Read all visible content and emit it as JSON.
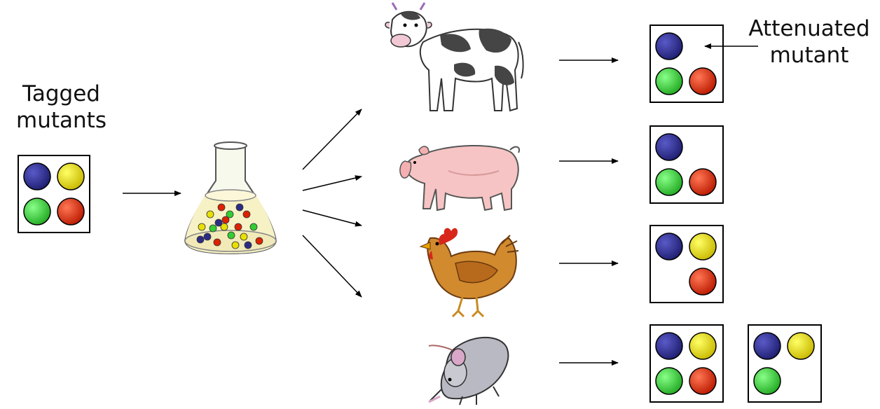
{
  "labels": {
    "tagged_mutants": [
      "Tagged",
      "mutants"
    ],
    "attenuated_mutant": [
      "Attenuated",
      "mutant"
    ]
  },
  "colors": {
    "blue": "#2c2c84",
    "yellow": "#e8e000",
    "green": "#33cc33",
    "red": "#dd2200",
    "arrow": "#000000",
    "box_border": "#000000"
  },
  "plates": {
    "input": [
      "blue",
      "yellow",
      "green",
      "red"
    ],
    "cow": [
      "blue",
      null,
      "green",
      "red"
    ],
    "pig": [
      "blue",
      null,
      "green",
      "red"
    ],
    "chicken": [
      "blue",
      "yellow",
      null,
      "red"
    ],
    "mouse_full": [
      "blue",
      "yellow",
      "green",
      "red"
    ],
    "mouse_partial": [
      "blue",
      "yellow",
      "green",
      null
    ]
  },
  "animals": [
    "cow-icon",
    "pig-icon",
    "chicken-icon",
    "mouse-icon"
  ],
  "flask_icon": "flask-icon"
}
